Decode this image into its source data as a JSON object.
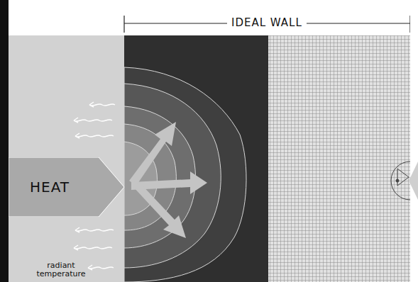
{
  "diagram": {
    "nodes": [
      {
        "text": [
          "HEAT"
        ]
      }
    ],
    "labels": [
      "IDEAL WALL",
      "radiant temperature"
    ]
  }
}
